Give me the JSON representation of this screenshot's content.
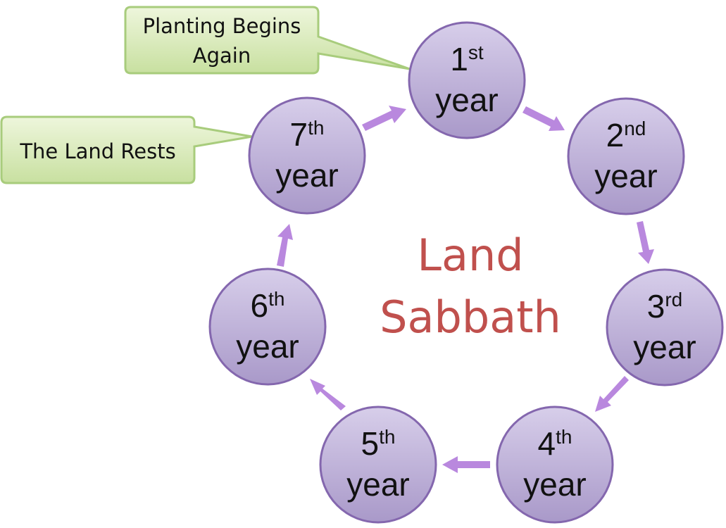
{
  "colors": {
    "circle_fill_top": "#d7ceea",
    "circle_fill_bottom": "#a999c9",
    "circle_stroke": "#8467ae",
    "arrow": "#b988de",
    "callout_fill_top": "#eef6dc",
    "callout_fill_bottom": "#c8e0a0",
    "callout_stroke": "#a8cc7c",
    "center_text": "#c0504d"
  },
  "center": {
    "line1": "Land",
    "line2": "Sabbath"
  },
  "years": [
    {
      "num": "1",
      "suffix": "st",
      "word": "year"
    },
    {
      "num": "2",
      "suffix": "nd",
      "word": "year"
    },
    {
      "num": "3",
      "suffix": "rd",
      "word": "year"
    },
    {
      "num": "4",
      "suffix": "th",
      "word": "year"
    },
    {
      "num": "5",
      "suffix": "th",
      "word": "year"
    },
    {
      "num": "6",
      "suffix": "th",
      "word": "year"
    },
    {
      "num": "7",
      "suffix": "th",
      "word": "year"
    }
  ],
  "callouts": {
    "planting": {
      "line1": "Planting Begins",
      "line2": "Again"
    },
    "rest": {
      "line1": "The Land Rests"
    }
  }
}
